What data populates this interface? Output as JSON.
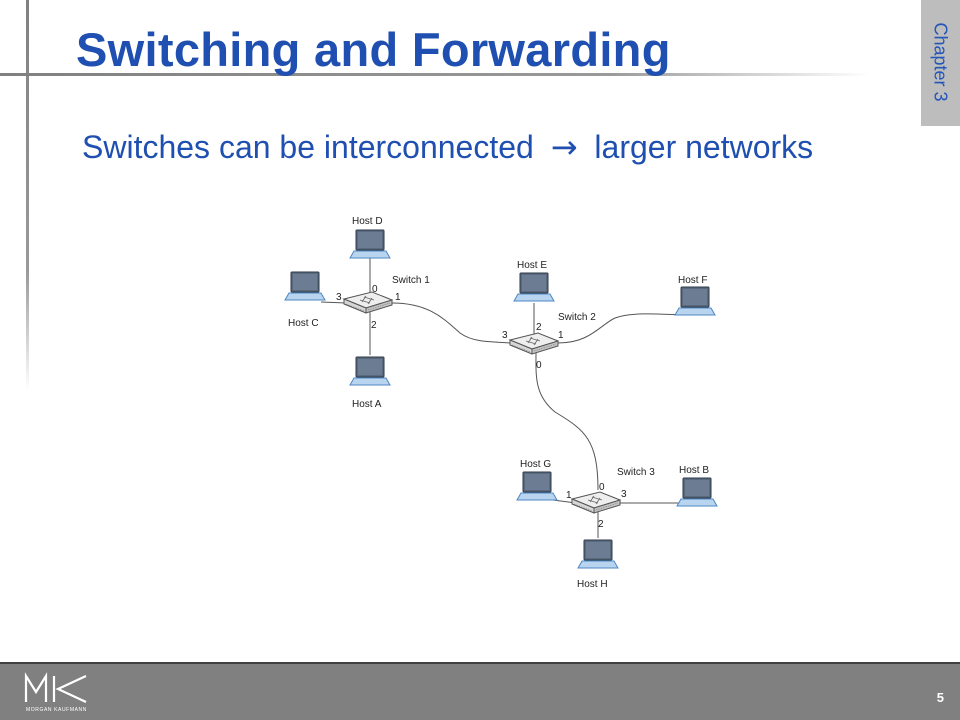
{
  "slide": {
    "title": "Switching and Forwarding",
    "subtitle_before": "Switches can be interconnected",
    "subtitle_arrow": "→",
    "subtitle_after": "larger networks",
    "chapter": "Chapter 3",
    "page_number": "5"
  },
  "logo": {
    "mark": "MK",
    "caption": "MORGAN KAUFMANN"
  },
  "diagram": {
    "switches": [
      {
        "label": "Switch 1",
        "ports": [
          "0",
          "1",
          "2",
          "3"
        ]
      },
      {
        "label": "Switch 2",
        "ports": [
          "0",
          "1",
          "2",
          "3"
        ]
      },
      {
        "label": "Switch 3",
        "ports": [
          "0",
          "1",
          "2",
          "3"
        ]
      }
    ],
    "hosts": [
      "Host A",
      "Host B",
      "Host C",
      "Host D",
      "Host E",
      "Host F",
      "Host G",
      "Host H"
    ]
  },
  "colors": {
    "title": "#1f4fb0",
    "footer": "#808080",
    "chapter_tab": "#bdbdbd",
    "screen": "#5a6a7e",
    "laptop_base": "#b8d4ee"
  }
}
